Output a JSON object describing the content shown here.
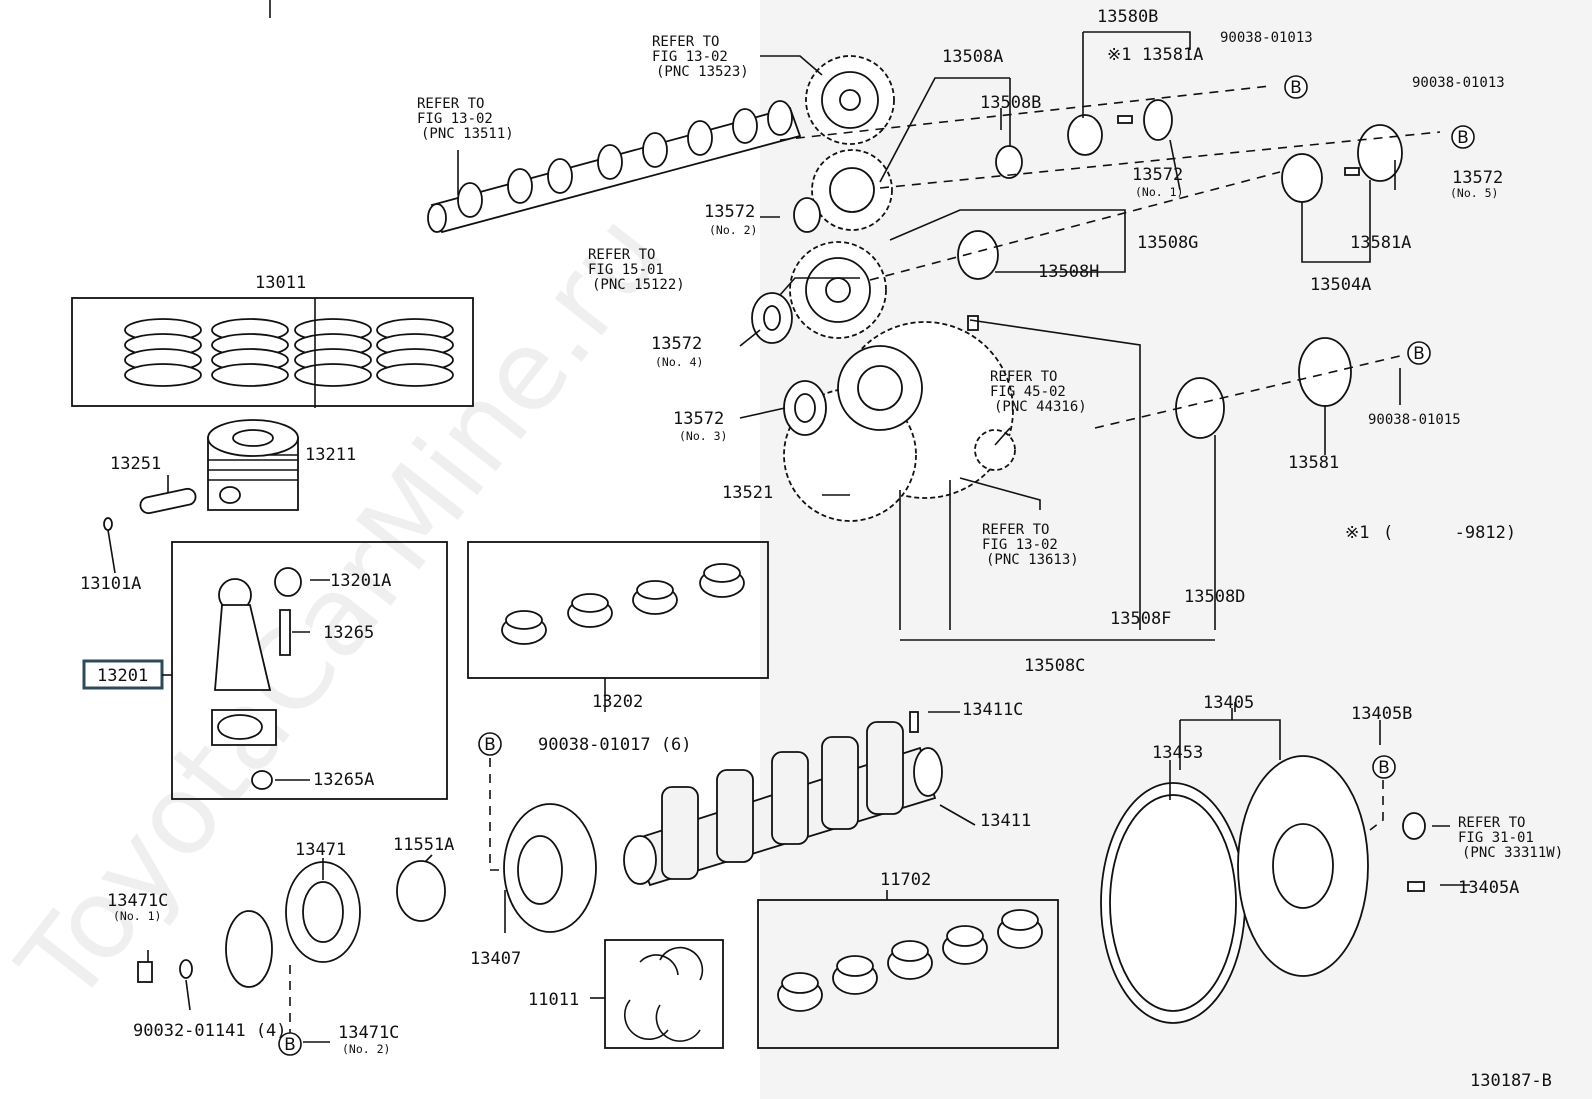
{
  "watermark": "ToyotaCarMine.ru",
  "drawing_number": "130187-B",
  "b_mark": "B",
  "note_mark": "※1",
  "note_range": "(      -9812)",
  "selected_part": "13201",
  "labels": {
    "p13011": "13011",
    "p13211": "13211",
    "p13251": "13251",
    "p13101A": "13101A",
    "p13201A": "13201A",
    "p13265": "13265",
    "p13201": "13201",
    "p13265A": "13265A",
    "p13202": "13202",
    "p13471": "13471",
    "p11551A": "11551A",
    "p13471C_1": "13471C",
    "p13471C_1_sub": "(No. 1)",
    "p90032": "90032-01141 (4)",
    "p13471C_2": "13471C",
    "p13471C_2_sub": "(No. 2)",
    "p13407": "13407",
    "p90038_01017": "90038-01017 (6)",
    "p11011": "11011",
    "p11702": "11702",
    "p13411C": "13411C",
    "p13411": "13411",
    "p13405": "13405",
    "p13453": "13453",
    "p13405B": "13405B",
    "p13405A": "13405A",
    "p13508A": "13508A",
    "p13508B": "13508B",
    "p13580B": "13580B",
    "p13581A_top": "13581A",
    "p90038_01013_a": "90038-01013",
    "p90038_01013_b": "90038-01013",
    "p13572_no1": "13572",
    "p13572_no1_sub": "(No. 1)",
    "p13572_no5": "13572",
    "p13572_no5_sub": "(No. 5)",
    "p13572_no2": "13572",
    "p13572_no2_sub": "(No. 2)",
    "p13572_no4": "13572",
    "p13572_no4_sub": "(No. 4)",
    "p13572_no3": "13572",
    "p13572_no3_sub": "(No. 3)",
    "p13508G": "13508G",
    "p13508H": "13508H",
    "p13581A_r": "13581A",
    "p13504A": "13504A",
    "p13581": "13581",
    "p90038_01015": "90038-01015",
    "p13521": "13521",
    "p13508D": "13508D",
    "p13508F": "13508F",
    "p13508C": "13508C"
  },
  "refs": {
    "r1": [
      "REFER TO",
      "FIG 13-02",
      "(PNC 13523)"
    ],
    "r2": [
      "REFER TO",
      "FIG 13-02",
      "(PNC 13511)"
    ],
    "r3": [
      "REFER TO",
      "FIG 15-01",
      "(PNC 15122)"
    ],
    "r4": [
      "REFER TO",
      "FIG 45-02",
      "(PNC 44316)"
    ],
    "r5": [
      "REFER TO",
      "FIG 13-02",
      "(PNC 13613)"
    ],
    "r6": [
      "REFER TO",
      "FIG 31-01",
      "(PNC 33311W)"
    ]
  }
}
